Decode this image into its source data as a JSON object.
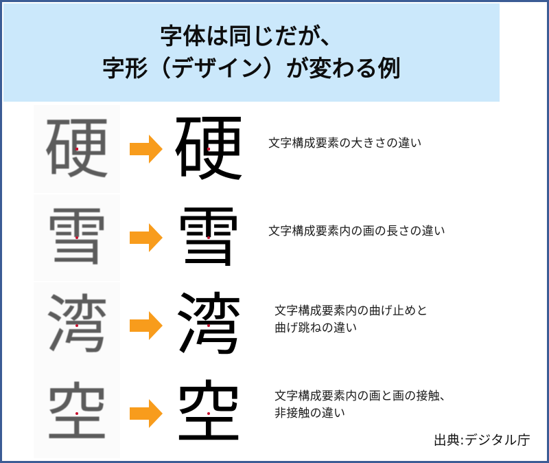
{
  "frame": {
    "border_color": "#3c5c95",
    "background": "#ffffff"
  },
  "title": {
    "text": "字体は同じだが、\n字形（デザイン）が変わる例",
    "background_color": "#cbe8fb",
    "text_color": "#0d0d0d"
  },
  "colors": {
    "highlight_red": "#c8102e",
    "arrow_orange": "#f89c1c",
    "glyph_before": "#5c5c5c",
    "glyph_after": "#000000"
  },
  "rows": [
    {
      "character": "硬",
      "before_glyph": "硬",
      "after_glyph": "硬",
      "marker": "rect",
      "arrow": "right-arrow-icon",
      "caption": "文字構成要素の大きさの違い"
    },
    {
      "character": "雪",
      "before_glyph": "雪",
      "after_glyph": "雪",
      "marker": "circle",
      "arrow": "right-arrow-icon",
      "caption": "文字構成要素内の画の長さの違い"
    },
    {
      "character": "湾",
      "before_glyph": "湾",
      "after_glyph": "湾",
      "marker": "circle",
      "arrow": "right-arrow-icon",
      "caption": "文字構成要素内の曲げ止めと\n曲げ跳ねの違い"
    },
    {
      "character": "空",
      "before_glyph": "空",
      "after_glyph": "空",
      "marker": "circle",
      "arrow": "right-arrow-icon",
      "caption": "文字構成要素内の画と画の接触、\n非接触の違い"
    }
  ],
  "source": {
    "text": "出典:デジタル庁"
  }
}
